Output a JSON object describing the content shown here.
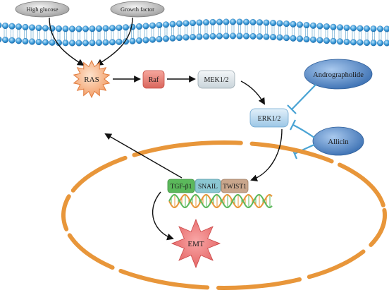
{
  "stimuli": {
    "high_glucose": "High glucose",
    "growth_factor": "Growth factor"
  },
  "cascade": {
    "ras": "RAS",
    "raf": "Raf",
    "mek": "MEK1/2",
    "erk": "ERK1/2"
  },
  "inhibitors": {
    "andrographolide": "Andrographolide",
    "allicin": "Allicin"
  },
  "transcription_factors": {
    "tgf": "TGF-β1",
    "snail": "SNAIL",
    "twist": "TWIST1"
  },
  "outcome": {
    "emt": "EMT"
  },
  "colors": {
    "membrane_head": "#3f9fdc",
    "ras_fill": "#f7b489",
    "raf_fill": "#e8837a",
    "mek_fill": "#dde6ea",
    "erk_fill": "#b9d8ee",
    "inhibitor_fill": "#4f86c6",
    "inhibitor_line": "#49a3d4",
    "nucleus": "#e8963a",
    "tgf_fill": "#5bb85b",
    "snail_fill": "#8bc7d2",
    "twist_fill": "#c9a68c",
    "emt_fill": "#f07a7a",
    "dna_strand_a": "#e8963a",
    "dna_strand_b": "#5cb85c"
  }
}
